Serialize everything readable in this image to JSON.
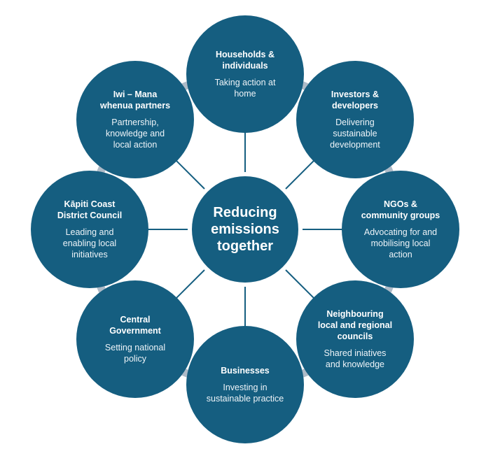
{
  "colors": {
    "node_fill": "#155e80",
    "spoke": "#155e80",
    "ring": "#aebbc8",
    "text": "#ffffff"
  },
  "center": {
    "title": "Reducing\nemissions\ntogether"
  },
  "nodes": [
    {
      "id": "households",
      "title": "Households &\nindividuals",
      "desc": "Taking action at\nhome"
    },
    {
      "id": "investors",
      "title": "Investors &\ndevelopers",
      "desc": "Delivering\nsustainable\ndevelopment"
    },
    {
      "id": "ngos",
      "title": "NGOs &\ncommunity groups",
      "desc": "Advocating for and\nmobilising local\naction"
    },
    {
      "id": "neighbouring",
      "title": "Neighbouring\nlocal and regional\ncouncils",
      "desc": "Shared iniatives\nand knowledge"
    },
    {
      "id": "businesses",
      "title": "Businesses",
      "desc": "Investing in\nsustainable practice"
    },
    {
      "id": "central-government",
      "title": "Central\nGovernment",
      "desc": "Setting national\npolicy"
    },
    {
      "id": "kapiti",
      "title": "Kāpiti Coast\nDistrict Council",
      "desc": "Leading and\nenabling local\ninitiatives"
    },
    {
      "id": "iwi",
      "title": "Iwi – Mana\nwhenua partners",
      "desc": "Partnership,\nknowledge and\nlocal action"
    }
  ]
}
